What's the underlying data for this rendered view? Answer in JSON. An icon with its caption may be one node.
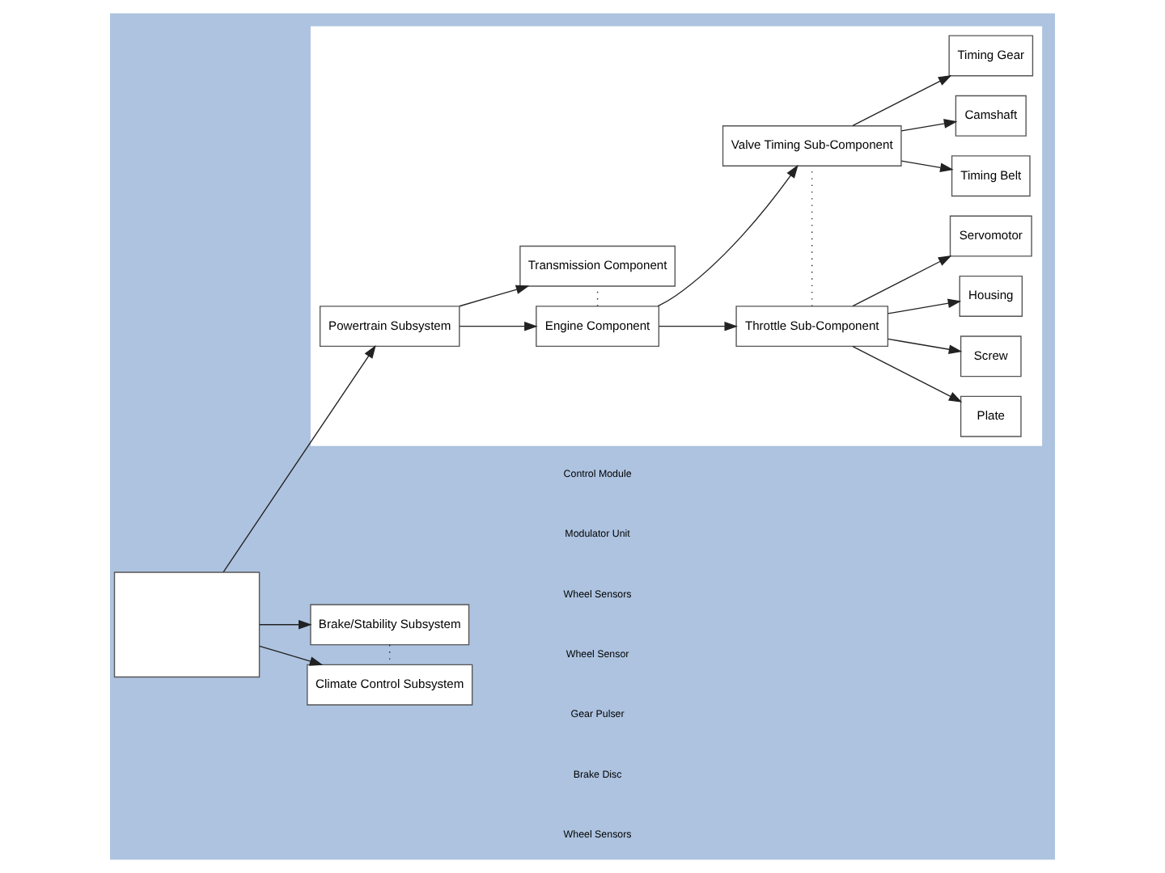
{
  "diagram": {
    "nodes": [
      {
        "text": [],
        "shape": "box"
      },
      {
        "text": [],
        "shape": "box"
      },
      {
        "text": [
          "Powertrain Subsystem"
        ],
        "in": 1
      },
      {
        "text": [
          "Engine Component"
        ],
        "in": 1
      },
      {
        "text": [
          "Throttle Sub-Component"
        ],
        "in": 1
      },
      {
        "text": [
          "Valve Timing Sub-Component"
        ],
        "in": 1
      },
      {
        "text": [
          "Transmission Component"
        ],
        "in": 1
      },
      {
        "text": [
          "Plate"
        ],
        "in": 1
      },
      {
        "text": [
          "Screw"
        ],
        "in": 1
      },
      {
        "text": [
          "Housing"
        ],
        "in": 1
      },
      {
        "text": [
          "Servomotor"
        ],
        "in": 1
      },
      {
        "text": [
          "Timing Belt"
        ],
        "in": 1
      },
      {
        "text": [
          "Camshaft"
        ],
        "in": 1
      },
      {
        "text": [
          "Timing Gear"
        ],
        "in": 1
      },
      {
        "text": [
          "Brake/Stability Subsystem"
        ]
      },
      {
        "text": [
          "Climate Control Subsystem"
        ]
      }
    ],
    "edges": [
      {
        "from": 0,
        "to": 2,
        "arrow": "to"
      },
      {
        "from": 0,
        "to": 14,
        "arrow": "to"
      },
      {
        "from": 0,
        "to": 15,
        "arrow": "to"
      },
      {
        "from": 2,
        "to": 3,
        "arrow": "to"
      },
      {
        "from": 2,
        "to": 6,
        "arrow": "to"
      },
      {
        "from": 3,
        "to": 6,
        "arrow": "none",
        "style": "dashed"
      },
      {
        "from": 3,
        "to": 4,
        "arrow": "to"
      },
      {
        "from": 3,
        "to": 5,
        "arrow": "to"
      },
      {
        "from": 4,
        "to": 5,
        "arrow": "none",
        "style": "dashed"
      },
      {
        "from": 4,
        "to": 7,
        "arrow": "to"
      },
      {
        "from": 4,
        "to": 8,
        "arrow": "to"
      },
      {
        "from": 4,
        "to": 9,
        "arrow": "to"
      },
      {
        "from": 4,
        "to": 10,
        "arrow": "to"
      },
      {
        "from": 5,
        "to": 11,
        "arrow": "to"
      },
      {
        "from": 5,
        "to": 12,
        "arrow": "to"
      },
      {
        "from": 5,
        "to": 13,
        "arrow": "to"
      },
      {
        "from": 14,
        "to": 15,
        "arrow": "none",
        "style": "dashed"
      }
    ],
    "labels": [
      "Control Module",
      "Modulator Unit",
      "Wheel Sensors",
      "Wheel Sensor",
      "Gear Pulser",
      "Brake Disc",
      "Wheel Sensors"
    ]
  }
}
